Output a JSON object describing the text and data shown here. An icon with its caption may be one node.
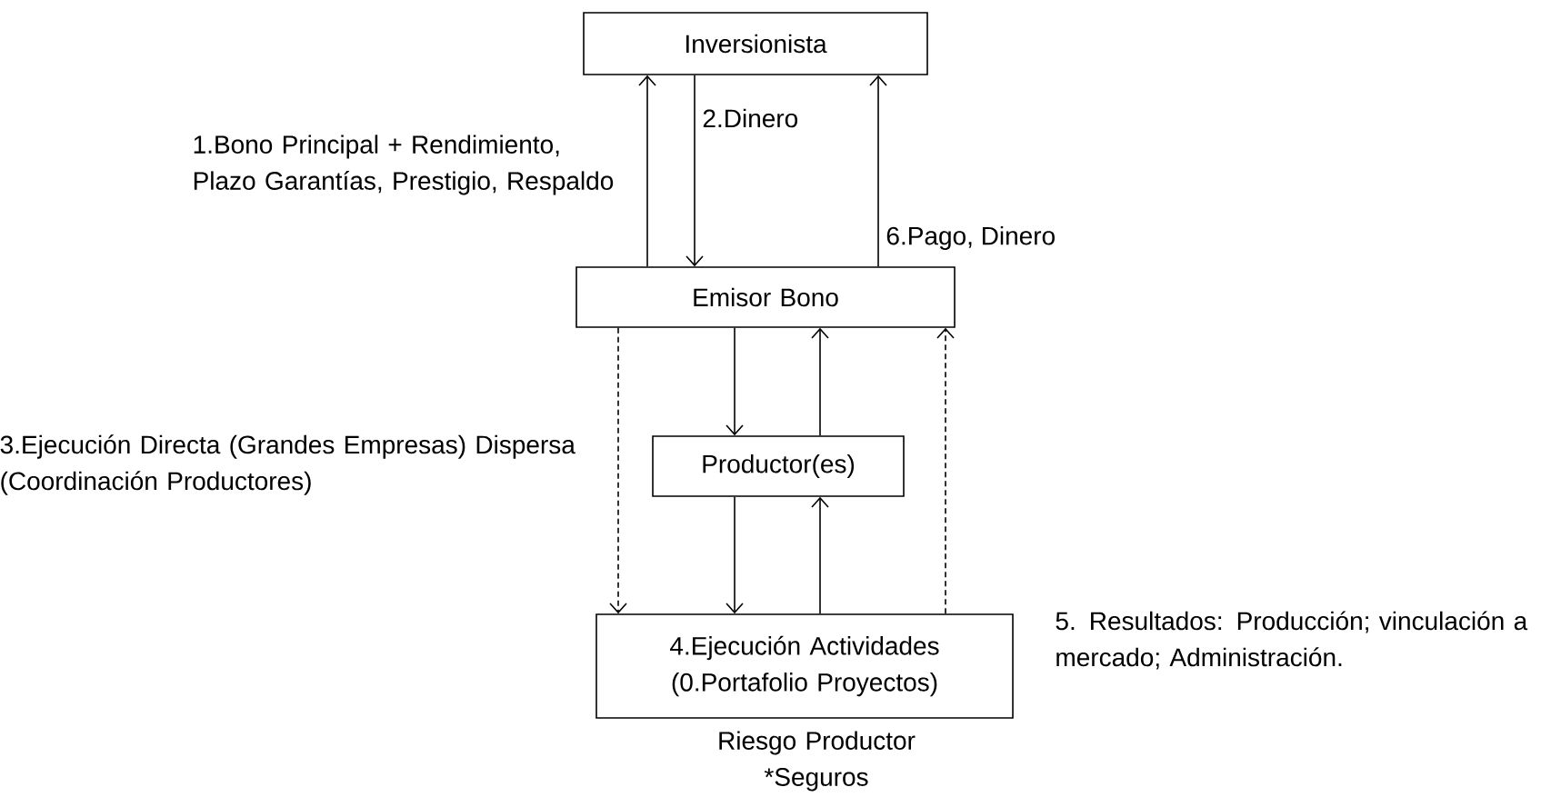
{
  "diagram": {
    "nodes": [
      {
        "text": [
          "Inversionista"
        ]
      },
      {
        "text": [
          "Emisor Bono"
        ]
      },
      {
        "text": [
          "Productor(es)"
        ]
      },
      {
        "text": [
          "4.Ejecución Actividades (0.Portafolio Proyectos)"
        ],
        "beside": [
          "Riesgo Productor *Seguros"
        ]
      }
    ],
    "edges": [
      {
        "from": 1,
        "to": 0,
        "arrow": "to",
        "label": "1.Bono Principal + Rendimiento, Plazo Garantías, Prestigio, Respaldo"
      },
      {
        "from": 0,
        "to": 1,
        "arrow": "to",
        "label": "2.Dinero"
      },
      {
        "from": 1,
        "to": 0,
        "arrow": "to",
        "label": "6.Pago, Dinero"
      },
      {
        "from": 1,
        "to": 3,
        "arrow": "to",
        "style": "dashed",
        "label": "3.Ejecución Directa (Grandes Empresas) Dispersa (Coordinación Productores)"
      },
      {
        "from": 1,
        "to": 2,
        "arrow": "to"
      },
      {
        "from": 2,
        "to": 1,
        "arrow": "to"
      },
      {
        "from": 2,
        "to": 3,
        "arrow": "to"
      },
      {
        "from": 3,
        "to": 2,
        "arrow": "to"
      },
      {
        "from": 3,
        "to": 1,
        "arrow": "to",
        "style": "dashed",
        "label": "5. Resultados: Producción; vinculación a mercado; Administración."
      }
    ]
  }
}
